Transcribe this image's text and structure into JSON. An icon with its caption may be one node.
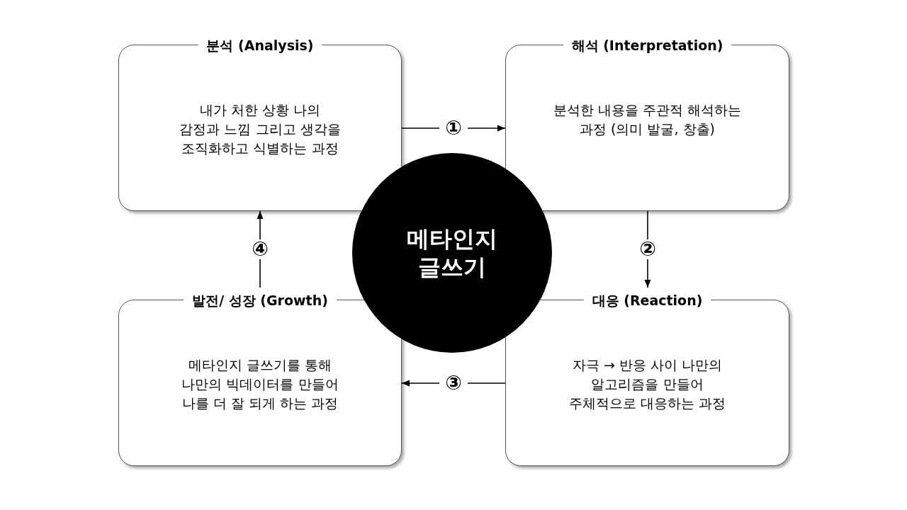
{
  "diagram": {
    "nodes": [
      {
        "text": [
          "분석 (Analysis)",
          "내가 처한 상황 나의 감정과 느낌 그리고 생각을 조직화하고 식별하는 과정"
        ]
      },
      {
        "text": [
          "해석 (Interpretation)",
          "분석한 내용을 주관적 해석하는 과정 (의미 발굴, 창출)"
        ]
      },
      {
        "text": [
          "대응 (Reaction)",
          "자극 → 반응 사이 나만의 알고리즘을 만들어 주체적으로 대응하는 과정"
        ]
      },
      {
        "text": [
          "발전/ 성장 (Growth)",
          "메타인지 글쓰기를 통해 나만의 빅데이터를 만들어 나를 더 잘 되게 하는 과정"
        ]
      },
      {
        "text": [
          "메타인지 글쓰기"
        ]
      }
    ],
    "edges": [
      {
        "from": 0,
        "to": 1,
        "arrow": "to",
        "label": "①"
      },
      {
        "from": 1,
        "to": 2,
        "arrow": "to",
        "label": "②"
      },
      {
        "from": 2,
        "to": 3,
        "arrow": "to",
        "label": "③"
      },
      {
        "from": 3,
        "to": 0,
        "arrow": "to",
        "label": "④"
      }
    ]
  }
}
